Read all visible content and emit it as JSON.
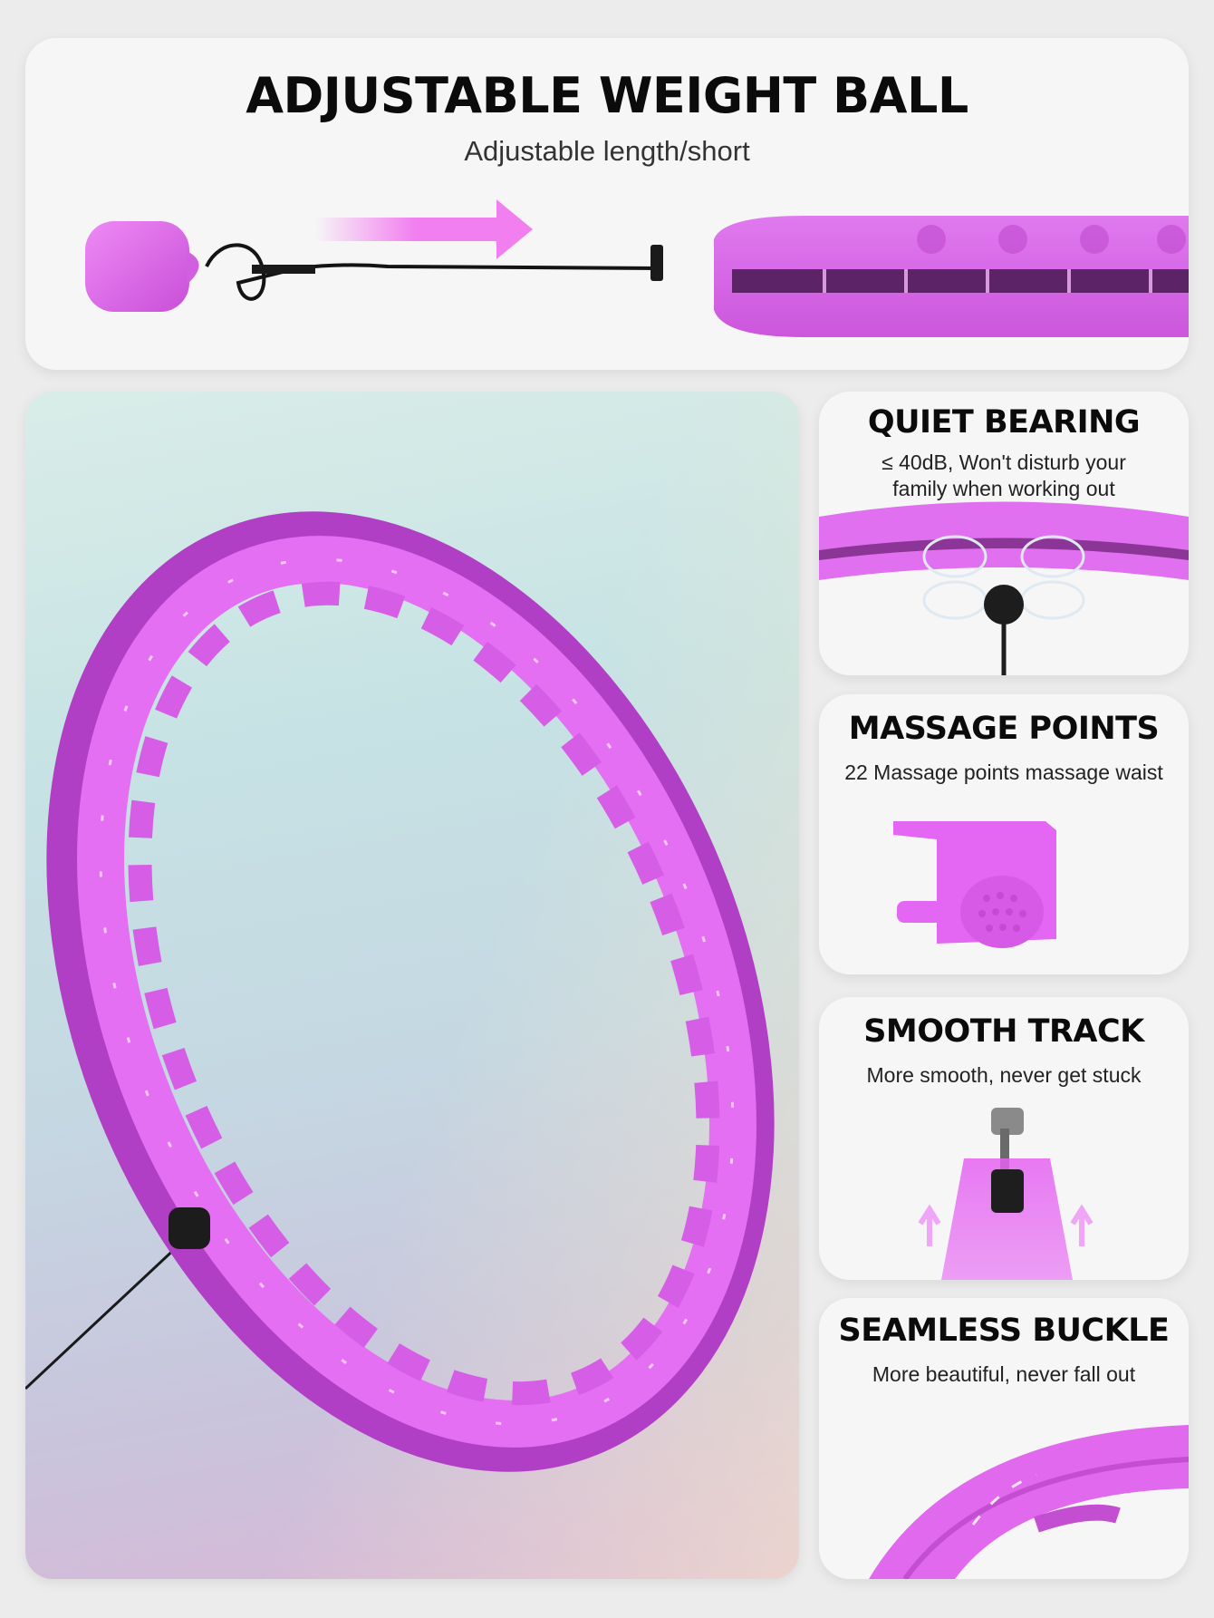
{
  "top_card": {
    "title": "ADJUSTABLE WEIGHT BALL",
    "subtitle": "Adjustable length/short",
    "arrow_icon": "arrow-right-icon"
  },
  "main_image": {
    "subject": "weighted smart hula hoop with massage nodes",
    "colors": {
      "hoop": "#e36cf0",
      "hoop_shadow": "#b43fc4",
      "cord": "#1a1a1a"
    }
  },
  "features": [
    {
      "title": "QUIET BEARING",
      "subtitle_line1": "≤ 40dB, Won't disturb your",
      "subtitle_line2": "family when working out"
    },
    {
      "title": "MASSAGE POINTS",
      "subtitle_line1": "22 Massage points massage waist"
    },
    {
      "title": "SMOOTH TRACK",
      "subtitle_line1": "More smooth, never get stuck"
    },
    {
      "title": "SEAMLESS BUCKLE",
      "subtitle_line1": "More beautiful, never fall out"
    }
  ],
  "colors": {
    "accent_pink": "#e36cf0",
    "arrow_pink": "#f27ff0",
    "card_bg": "#f6f6f6",
    "page_bg": "#ececec"
  }
}
